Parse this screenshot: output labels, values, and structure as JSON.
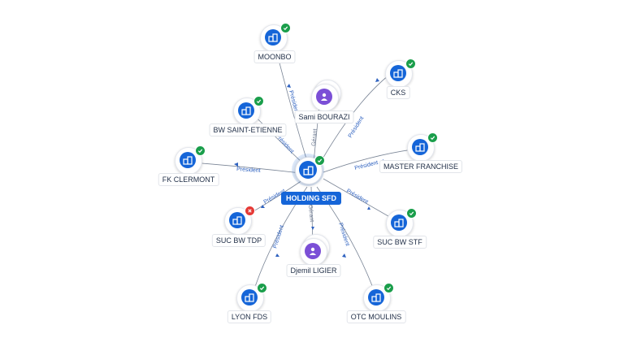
{
  "central": {
    "name": "HOLDING SFD",
    "status": "active",
    "icon": "building-icon"
  },
  "nodes": [
    {
      "key": "moonbo",
      "name": "MOONBO",
      "kind": "company",
      "status": "active",
      "edge": "Président"
    },
    {
      "key": "sami",
      "name": "Sami BOURAZI",
      "kind": "person",
      "edge": "Gérant"
    },
    {
      "key": "cks",
      "name": "CKS",
      "kind": "company",
      "status": "active",
      "edge": "Président"
    },
    {
      "key": "bwse",
      "name": "BW SAINT-ETIENNE",
      "kind": "company",
      "status": "active",
      "edge": "Président"
    },
    {
      "key": "master",
      "name": "MASTER FRANCHISE",
      "kind": "company",
      "status": "active",
      "edge": "Président"
    },
    {
      "key": "fk",
      "name": "FK CLERMONT",
      "kind": "company",
      "status": "active",
      "edge": "Président"
    },
    {
      "key": "suctdp",
      "name": "SUC BW TDP",
      "kind": "company",
      "status": "inactive",
      "edge": "Président"
    },
    {
      "key": "sucstf",
      "name": "SUC BW STF",
      "kind": "company",
      "status": "active",
      "edge": "Président"
    },
    {
      "key": "djemil",
      "name": "Djemil LIGIER",
      "kind": "person",
      "edge": "Gérant"
    },
    {
      "key": "lyon",
      "name": "LYON FDS",
      "kind": "company",
      "status": "active",
      "edge": "Président"
    },
    {
      "key": "otc",
      "name": "OTC MOULINS",
      "kind": "company",
      "status": "active",
      "edge": "Président"
    }
  ],
  "colors": {
    "company": "#1565d8",
    "person": "#7b4fd6",
    "active": "#1a9e4b",
    "inactive": "#e53935",
    "edge": "#7a8596"
  }
}
